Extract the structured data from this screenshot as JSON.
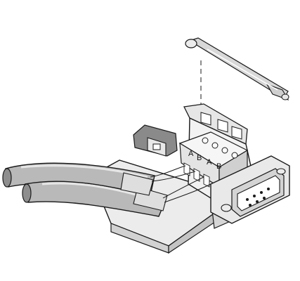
{
  "terminal_labels": [
    {
      "text": "A"
    },
    {
      "text": "B"
    },
    {
      "text": "A"
    },
    {
      "text": "B"
    }
  ],
  "colors": {
    "outline": "#1a1a1a",
    "housing_light": "#f4f4f4",
    "housing_mid": "#e2e2e2",
    "housing_dark": "#c8c8c8",
    "cable": "#b9b9b9",
    "cable_dark": "#8e8e8e",
    "shadow": "#9a9a9a"
  }
}
